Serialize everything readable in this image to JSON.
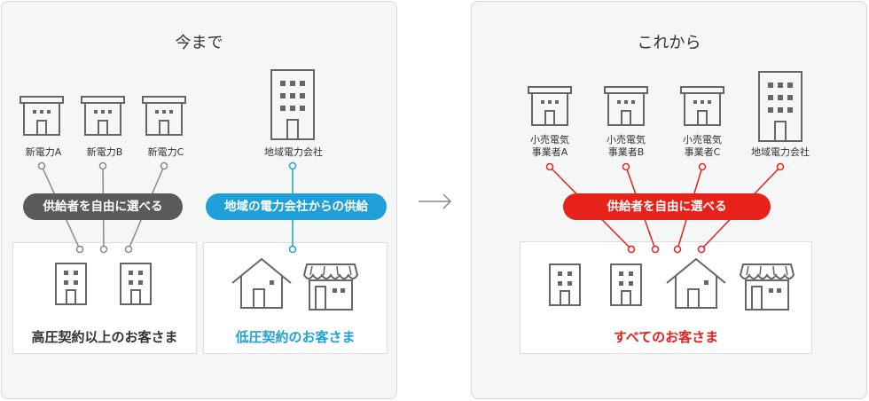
{
  "left_panel": {
    "title": "今まで",
    "suppliers": [
      {
        "label": "新電力A"
      },
      {
        "label": "新電力B"
      },
      {
        "label": "新電力C"
      }
    ],
    "regional_company": "地域電力会社",
    "pill_free_choice": "供給者を自由に選べる",
    "pill_regional_supply": "地域の電力会社からの供給",
    "high_voltage_label": "高圧契約以上のお客さま",
    "low_voltage_label": "低圧契約のお客さま"
  },
  "right_panel": {
    "title": "これから",
    "suppliers": [
      {
        "line1": "小売電気",
        "line2": "事業者A"
      },
      {
        "line1": "小売電気",
        "line2": "事業者B"
      },
      {
        "line1": "小売電気",
        "line2": "事業者C"
      }
    ],
    "regional_company": "地域電力会社",
    "pill_free_choice": "供給者を自由に選べる",
    "all_customers_label": "すべてのお客さま"
  },
  "colors": {
    "gray_pill": "#5a5a5a",
    "blue": "#1fa0d8",
    "red": "#e6221b",
    "icon": "#666666",
    "line_gray": "#888888"
  }
}
